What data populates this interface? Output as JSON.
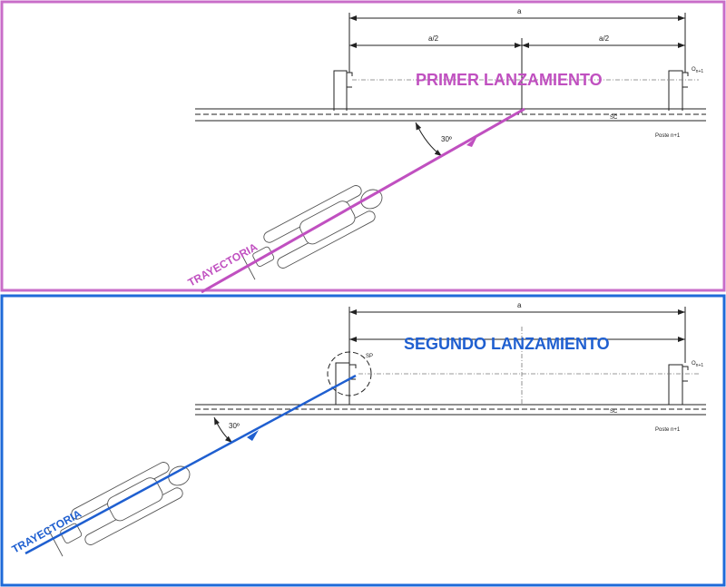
{
  "colors": {
    "panel1_border": "#c86dc8",
    "panel1_accent": "#c050c0",
    "panel2_border": "#1f6ad8",
    "panel2_accent": "#1f5fd0"
  },
  "panel1": {
    "title": "PRIMER LANZAMIENTO",
    "trajectory_label": "TRAYECTORIA",
    "dim_total": "a",
    "dim_half_left": "a/2",
    "dim_half_right": "a/2",
    "angle_label": "30º",
    "post_label": "O",
    "post_subscript": "n+1",
    "sc_label": "SC",
    "post_caption": "Poste n+1"
  },
  "panel2": {
    "title": "SEGUNDO LANZAMIENTO",
    "trajectory_label": "TRAYECTORIA",
    "dim_total": "a",
    "angle_label": "30º",
    "sp_label": "SP",
    "post_label": "O",
    "post_subscript": "n+1",
    "sc_label": "SC",
    "post_caption": "Poste n+1"
  }
}
